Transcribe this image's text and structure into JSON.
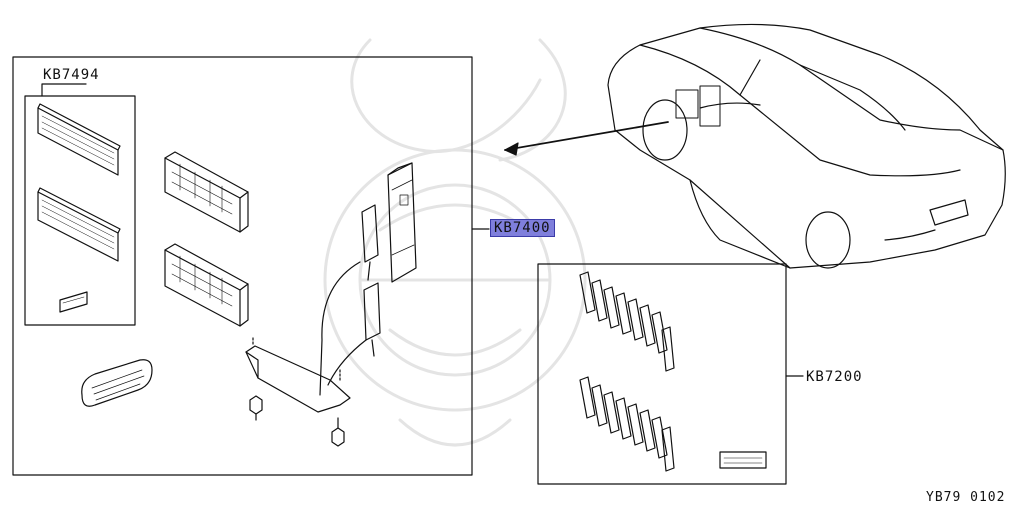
{
  "labels": {
    "kit_left": "KB7494",
    "kit_main": "KB7400",
    "kit_right": "KB7200",
    "figure_code": "YB79 0102"
  },
  "colors": {
    "line": "#111111",
    "highlight": "#7f7fdc",
    "watermark": "#e4e4e4"
  }
}
